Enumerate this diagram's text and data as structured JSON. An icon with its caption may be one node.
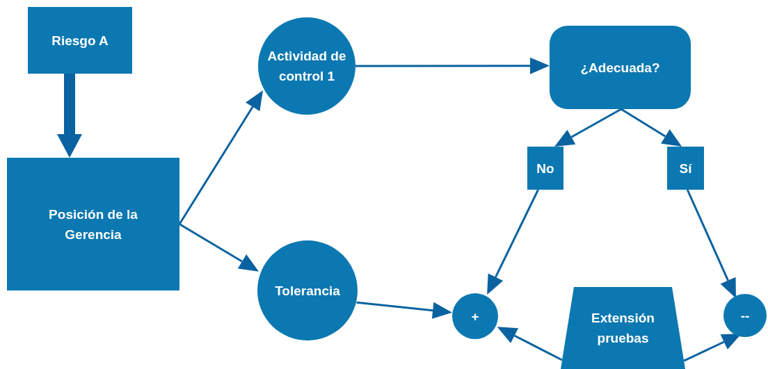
{
  "diagram": {
    "nodes": [
      {
        "text": [
          "Riesgo A"
        ]
      },
      {
        "text": [
          "Posición de la Gerencia"
        ]
      },
      {
        "text": [
          "Actividad de control 1"
        ]
      },
      {
        "text": [
          "Tolerancia"
        ]
      },
      {
        "text": [
          "¿Adecuada?"
        ]
      },
      {
        "text": [
          "No"
        ]
      },
      {
        "text": [
          "Sí"
        ]
      },
      {
        "text": [
          "+"
        ]
      },
      {
        "text": [
          "Extensión pruebas"
        ]
      },
      {
        "text": [
          "--"
        ]
      }
    ],
    "edges": [
      {
        "from": 0,
        "to": 1,
        "arrow": "to",
        "style": "thick"
      },
      {
        "from": 1,
        "to": 2,
        "arrow": "to"
      },
      {
        "from": 1,
        "to": 3,
        "arrow": "to"
      },
      {
        "from": 2,
        "to": 4,
        "arrow": "to"
      },
      {
        "from": 4,
        "to": 5,
        "arrow": "to"
      },
      {
        "from": 4,
        "to": 6,
        "arrow": "to"
      },
      {
        "from": 5,
        "to": 7,
        "arrow": "to"
      },
      {
        "from": 6,
        "to": 9,
        "arrow": "to"
      },
      {
        "from": 3,
        "to": 7,
        "arrow": "to"
      },
      {
        "from": 8,
        "to": 7,
        "arrow": "to"
      },
      {
        "from": 8,
        "to": 9,
        "arrow": "to"
      }
    ]
  }
}
